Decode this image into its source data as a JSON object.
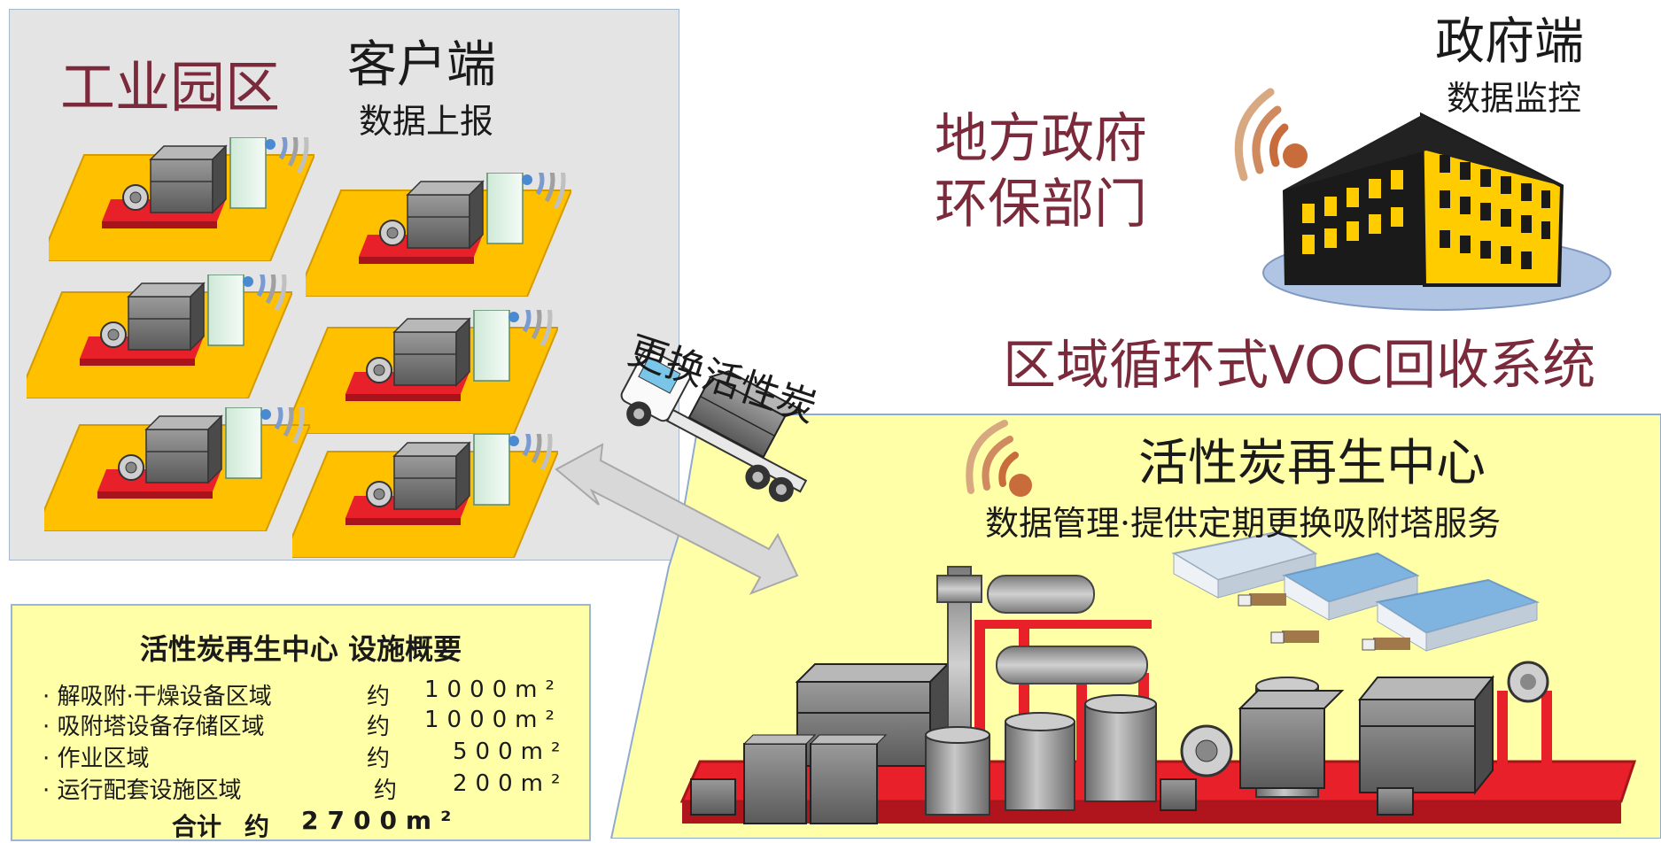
{
  "client": {
    "park_label": "工业园区",
    "title": "客户端",
    "subtitle": "数据上报"
  },
  "government": {
    "title": "政府端",
    "subtitle": "数据监控",
    "agency_line1": "地方政府",
    "agency_line2": "环保部门"
  },
  "system_title": "区域循环式VOC回收系统",
  "truck_label": "更换活性炭",
  "center": {
    "title": "活性炭再生中心",
    "subtitle": "数据管理·提供定期更换吸附塔服务"
  },
  "summary": {
    "title": "活性炭再生中心  设施概要",
    "rows": [
      {
        "label": "· 解吸附·干燥设备区域",
        "prefix": "约",
        "value": "1000m²"
      },
      {
        "label": "· 吸附塔设备存储区域",
        "prefix": "约",
        "value": "1000m²"
      },
      {
        "label": "· 作业区域",
        "prefix": "约",
        "value": "500m²"
      },
      {
        "label": "· 运行配套设施区域",
        "prefix": "约",
        "value": "200m²"
      }
    ],
    "total_label": "合计",
    "total_prefix": "约",
    "total_value": "2700m²"
  },
  "colors": {
    "park_panel": "#e4e4e4",
    "platform": "#ffc000",
    "base_red": "#e8202a",
    "maroon_text": "#7a2a3a",
    "center_panel": "#ffffa8",
    "building": "#ffcc00",
    "wifi": "#c86c3c",
    "signal_blue": "#4a8ad0"
  }
}
